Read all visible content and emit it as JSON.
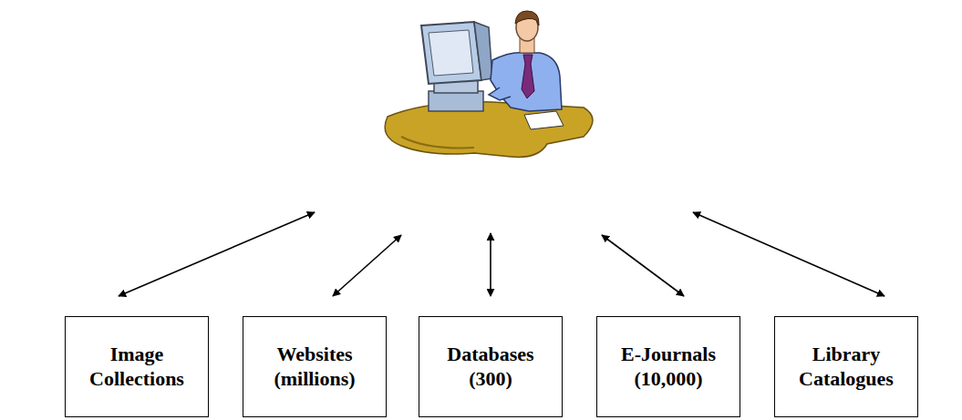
{
  "diagram": {
    "nodes": [
      {
        "text": [
          "Image Collections"
        ]
      },
      {
        "text": [
          "Websites (millions)"
        ]
      },
      {
        "text": [
          "Databases (300)"
        ]
      },
      {
        "text": [
          "E-Journals (10,000)"
        ]
      },
      {
        "text": [
          "Library Catalogues"
        ]
      }
    ]
  }
}
